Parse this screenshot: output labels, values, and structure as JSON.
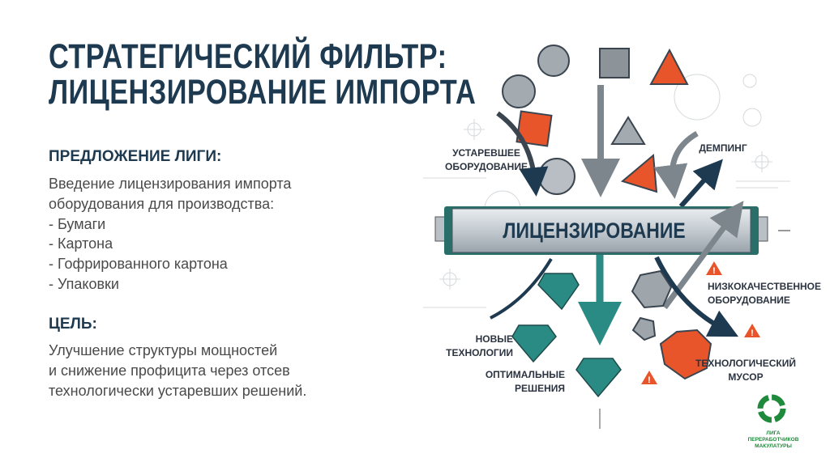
{
  "title": {
    "line1": "СТРАТЕГИЧЕСКИЙ ФИЛЬТР:",
    "line2": "ЛИЦЕНЗИРОВАНИЕ ИМПОРТА"
  },
  "proposal": {
    "heading": "ПРЕДЛОЖЕНИЕ ЛИГИ:",
    "lines": [
      "Введение лицензирования импорта",
      "оборудования для производства:",
      "- Бумаги",
      "- Картона",
      "- Гофрированного картона",
      "- Упаковки"
    ]
  },
  "goal": {
    "heading": "ЦЕЛЬ:",
    "lines": [
      "Улучшение структуры мощностей",
      "и снижение профицита через отсев",
      "технологически устаревших решений."
    ]
  },
  "diagram": {
    "filter_label": "ЛИЦЕНЗИРОВАНИЕ",
    "inputs": {
      "outdated": [
        "УСТАРЕВШЕЕ",
        "ОБОРУДОВАНИЕ"
      ],
      "dumping": [
        "ДЕМПИНГ"
      ]
    },
    "passed": {
      "new_tech": [
        "НОВЫЕ",
        "ТЕХНОЛОГИИ"
      ],
      "optimal": [
        "ОПТИМАЛЬНЫЕ",
        "РЕШЕНИЯ"
      ]
    },
    "rejected": {
      "low_quality": [
        "НИЗКОКАЧЕСТВЕННОЕ",
        "ОБОРУДОВАНИЕ"
      ],
      "debris": [
        "ТЕХНОЛОГИЧЕСКИЙ",
        "МУСОР"
      ]
    },
    "colors": {
      "navy": "#1e3a50",
      "teal": "#2a8a84",
      "orange": "#e8552a",
      "grey": "#8a9197"
    }
  },
  "logo": {
    "lines": [
      "ЛИГА",
      "ПЕРЕРАБОТЧИКОВ",
      "МАКУЛАТУРЫ"
    ],
    "color": "#1f8a3c"
  }
}
